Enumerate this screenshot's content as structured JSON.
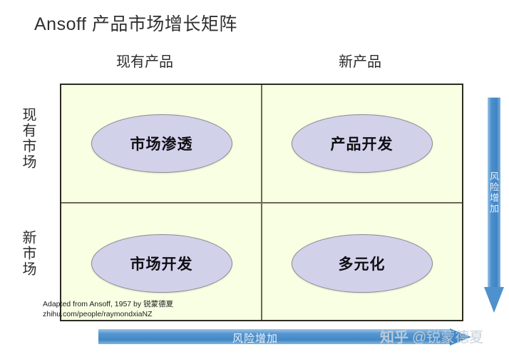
{
  "title": "Ansoff 产品市场增长矩阵",
  "axes": {
    "columns": [
      {
        "label": "现有产品"
      },
      {
        "label": "新产品"
      }
    ],
    "rows": [
      {
        "label": "现有市场"
      },
      {
        "label": "新市场"
      }
    ]
  },
  "quadrants": [
    {
      "id": "market-penetration",
      "label": "市场渗透"
    },
    {
      "id": "product-development",
      "label": "产品开发"
    },
    {
      "id": "market-development",
      "label": "市场开发"
    },
    {
      "id": "diversification",
      "label": "多元化"
    }
  ],
  "attribution": {
    "line1": "Adapted from Ansoff, 1957 by 锐蒙德夏",
    "line2": "zhihu.com/people/raymondxiaNZ"
  },
  "arrows": {
    "vertical": {
      "label": "风险增加",
      "direction": "down"
    },
    "horizontal": {
      "label": "风险增加",
      "direction": "right"
    }
  },
  "watermark": {
    "brand": "知乎",
    "user": "@锐蒙德夏"
  },
  "colors": {
    "quadrant_fill": "#f8ffe2",
    "quadrant_border": "#2c2c22",
    "grid_line": "#6b6b55",
    "ellipse_fill": "#d2d1ea",
    "ellipse_border": "#8a8a96",
    "arrow_blue": "#4288c7",
    "title_text": "#303030"
  }
}
